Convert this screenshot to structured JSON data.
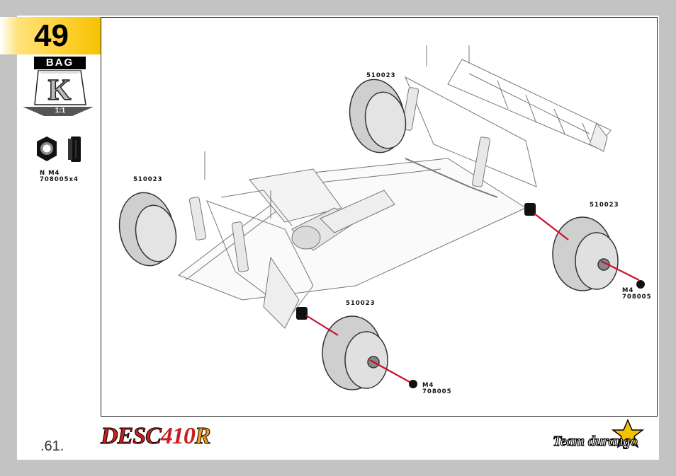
{
  "step": {
    "number": "49"
  },
  "bag": {
    "label": "BAG",
    "letter": "K",
    "scale": "1:1"
  },
  "parts": [
    {
      "name": "N M4",
      "code": "708005x4"
    }
  ],
  "callouts": {
    "wheel_top": "510023",
    "wheel_left": "510023",
    "wheel_right": "510023",
    "wheel_bottom": "510023",
    "nut_right": "M4\n708005",
    "nut_bottom": "M4\n708005"
  },
  "footer": {
    "page": ".61.",
    "product_logo": {
      "part1": "DESC",
      "part2": "410",
      "part3": "R"
    },
    "brand_logo": "Team durango"
  },
  "colors": {
    "step_tab": "#ffd23a",
    "assembly_line": "#c8102e",
    "background": "#c3c3c3"
  }
}
